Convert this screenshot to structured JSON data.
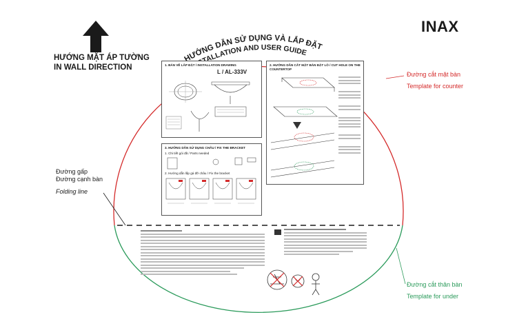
{
  "brand": "INAX",
  "direction_label": {
    "line1": "HƯỚNG MẶT ÁP TƯỜNG",
    "line2": "IN WALL DIRECTION"
  },
  "guide_title": {
    "line1": "HƯỚNG DẪN SỬ DỤNG VÀ LẮP ĐẶT",
    "line2": "INSTALLATION AND USER GUIDE"
  },
  "counter_cut": {
    "vi": "Đường cắt mặt bàn",
    "en": "Template for counter",
    "color": "#d42a2a"
  },
  "under_cut": {
    "vi": "Đường cắt thân bàn",
    "en": "Template for under",
    "color": "#2a9a5a"
  },
  "folding": {
    "line1": "Đường gấp",
    "line2": "Đường cạnh bàn",
    "en": "Folding line"
  },
  "panels": {
    "drawing": {
      "title": "1. BẢN VẼ LẮP ĐẶT / INSTALLATION DRAWING",
      "model": "L / AL-333V"
    },
    "cut": {
      "title": "2. HƯỚNG DẪN CẮT MẶT BÀN ĐẶT LỖ / CUT HOLE ON THE COUNTERTOP"
    },
    "bracket": {
      "title": "3. HƯỚNG DẪN SỬ DỤNG CHÂU / FIX THE BRACKET",
      "sub1": "1. Chi tiết gói đã / Parts needed",
      "sub2": "2. Hướng dẫn lắp gá đỡ châu / Fix the bracket"
    }
  }
}
